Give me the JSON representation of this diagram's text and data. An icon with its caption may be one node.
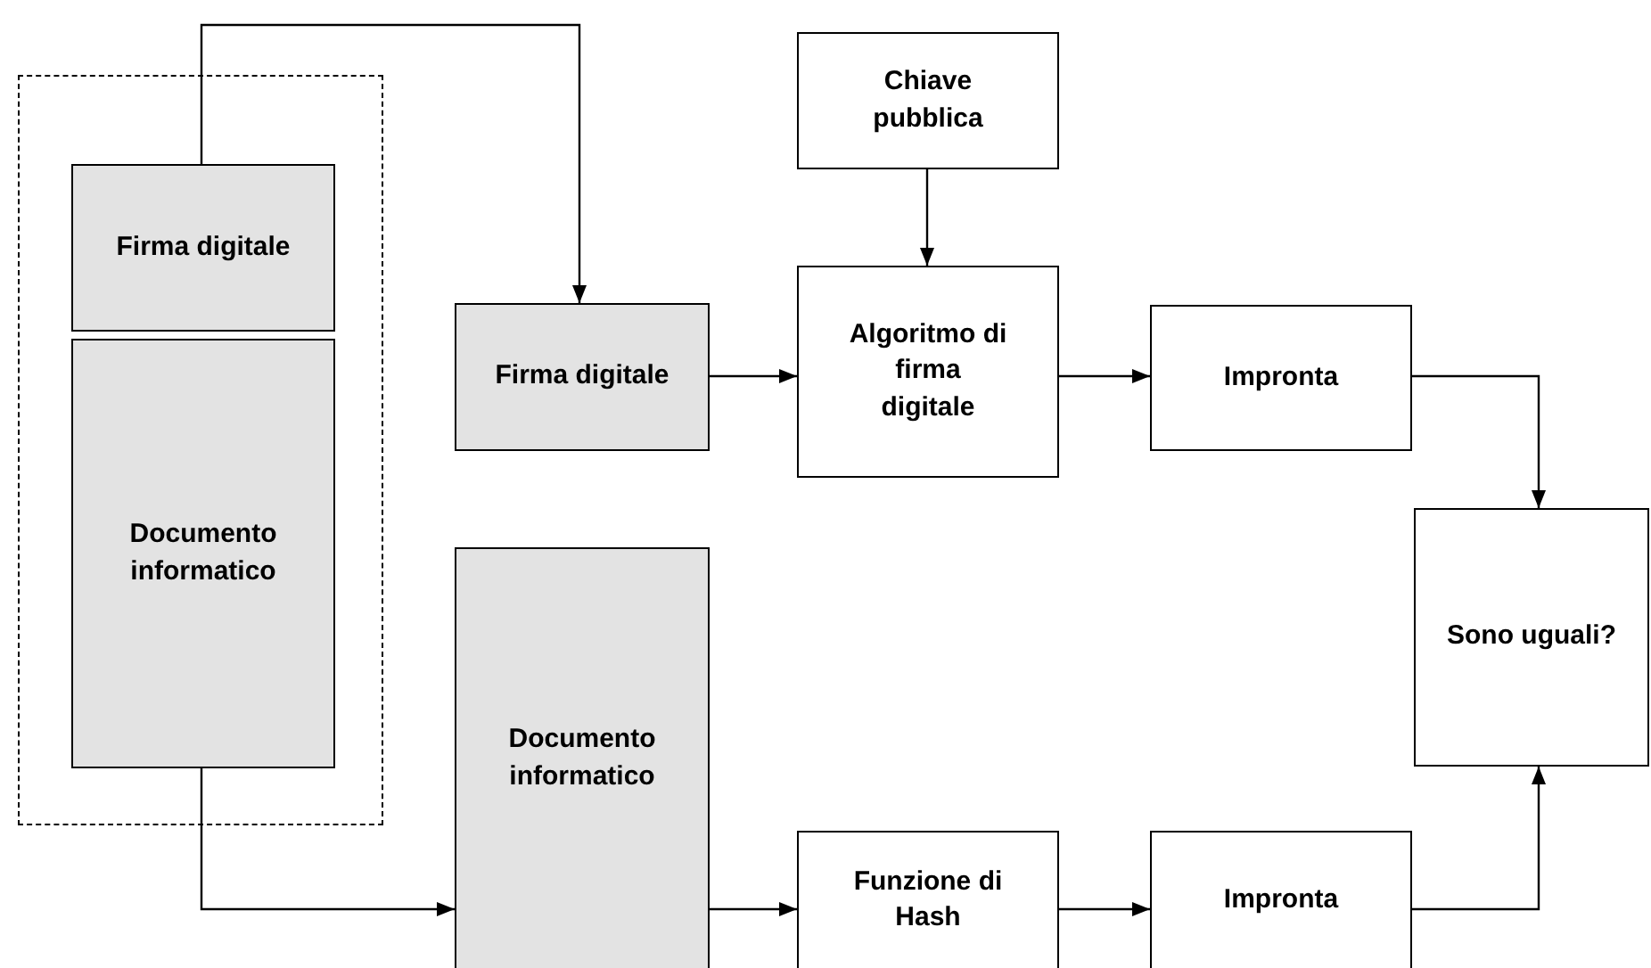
{
  "diagram": {
    "nodes": [
      {
        "text": [],
        "shape": "box"
      },
      {
        "text": [
          "Firma digitale"
        ],
        "in": 0
      },
      {
        "text": [
          "Documento informatico"
        ],
        "in": 0
      },
      {
        "text": [
          "Chiave pubblica"
        ]
      },
      {
        "text": [
          "Firma digitale"
        ]
      },
      {
        "text": [
          "Algoritmo di firma digitale"
        ]
      },
      {
        "text": [
          "Impronta"
        ]
      },
      {
        "text": [
          "Sono uguali?"
        ]
      },
      {
        "text": [
          "Documento informatico"
        ]
      },
      {
        "text": [
          "Funzione di Hash"
        ]
      },
      {
        "text": [
          "Impronta"
        ]
      }
    ],
    "edges": [
      {
        "from": 1,
        "to": 4,
        "arrow": "to"
      },
      {
        "from": 4,
        "to": 5,
        "arrow": "to"
      },
      {
        "from": 3,
        "to": 5,
        "arrow": "to"
      },
      {
        "from": 5,
        "to": 6,
        "arrow": "to"
      },
      {
        "from": 6,
        "to": 7,
        "arrow": "to"
      },
      {
        "from": 2,
        "to": 8,
        "arrow": "to"
      },
      {
        "from": 8,
        "to": 9,
        "arrow": "to"
      },
      {
        "from": 9,
        "to": 10,
        "arrow": "to"
      },
      {
        "from": 10,
        "to": 7,
        "arrow": "to"
      }
    ]
  }
}
